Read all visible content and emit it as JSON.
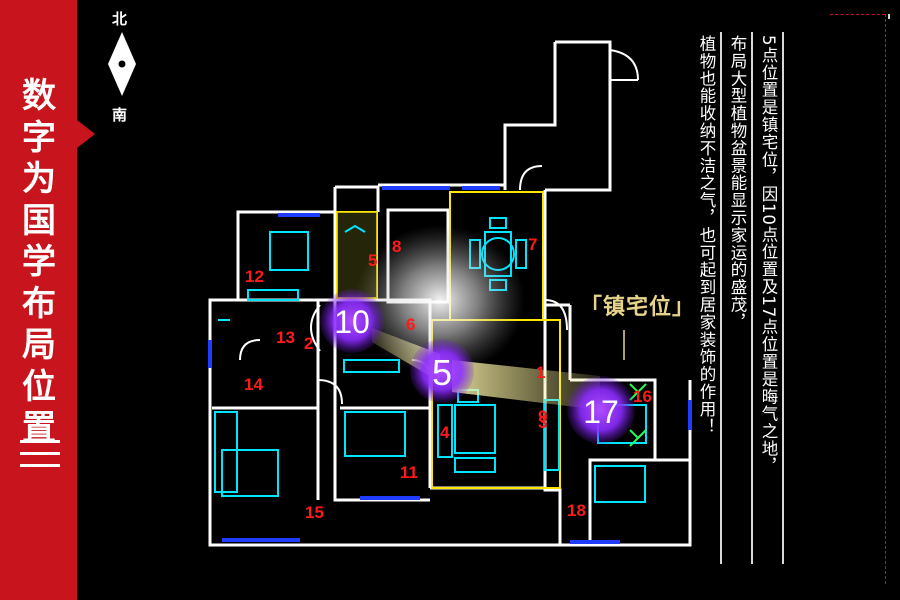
{
  "sidebar": {
    "title": "数字为国学布局位置",
    "bars_icon": "three-bars-icon",
    "color": "#c8141c"
  },
  "compass": {
    "north": "北",
    "south": "南",
    "icon": "compass-needle-icon"
  },
  "plan": {
    "room_numbers": [
      "1",
      "2",
      "3",
      "4",
      "5",
      "6",
      "7",
      "8",
      "9",
      "10",
      "11",
      "12",
      "13",
      "14",
      "15",
      "16",
      "17",
      "18"
    ],
    "highlight_spots": [
      "10",
      "5",
      "17"
    ],
    "label": "镇宅位",
    "colors": {
      "wall": "#ffffff",
      "window": "#1f3cff",
      "furniture": "#00e5ff",
      "zone": "#ffe800",
      "number": "#ff1a1a",
      "glow": "#8b2cff"
    }
  },
  "notes": {
    "col1": "5点位置是镇宅位，因10点位置及17点位置是晦气之地，",
    "col2": "布局大型植物盆景能显示家运的盛茂，",
    "col3": "植物也能收纳不洁之气，也可起到居家装饰的作用！"
  }
}
